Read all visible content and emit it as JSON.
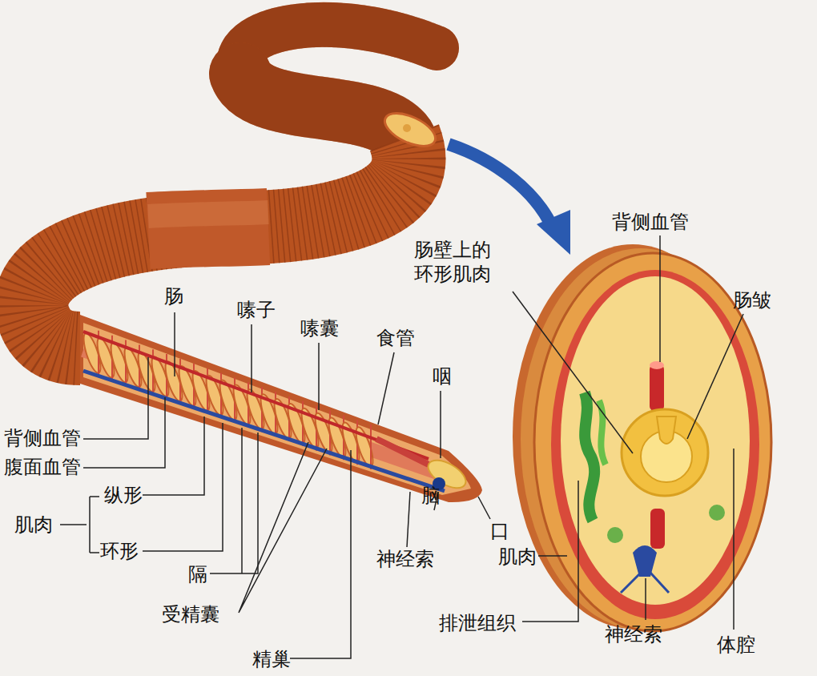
{
  "diagram": {
    "labels": [
      "肠",
      "嗉子",
      "嗉囊",
      "食管",
      "咽",
      "背侧血管",
      "腹面血管",
      "纵形",
      "肌肉",
      "环形",
      "隔",
      "受精囊",
      "精巢",
      "神经索",
      "脑",
      "口",
      "背侧血管",
      "肠壁上的 环形肌肉",
      "肠皱",
      "肌肉",
      "排泄组织",
      "神经索",
      "体腔"
    ]
  }
}
